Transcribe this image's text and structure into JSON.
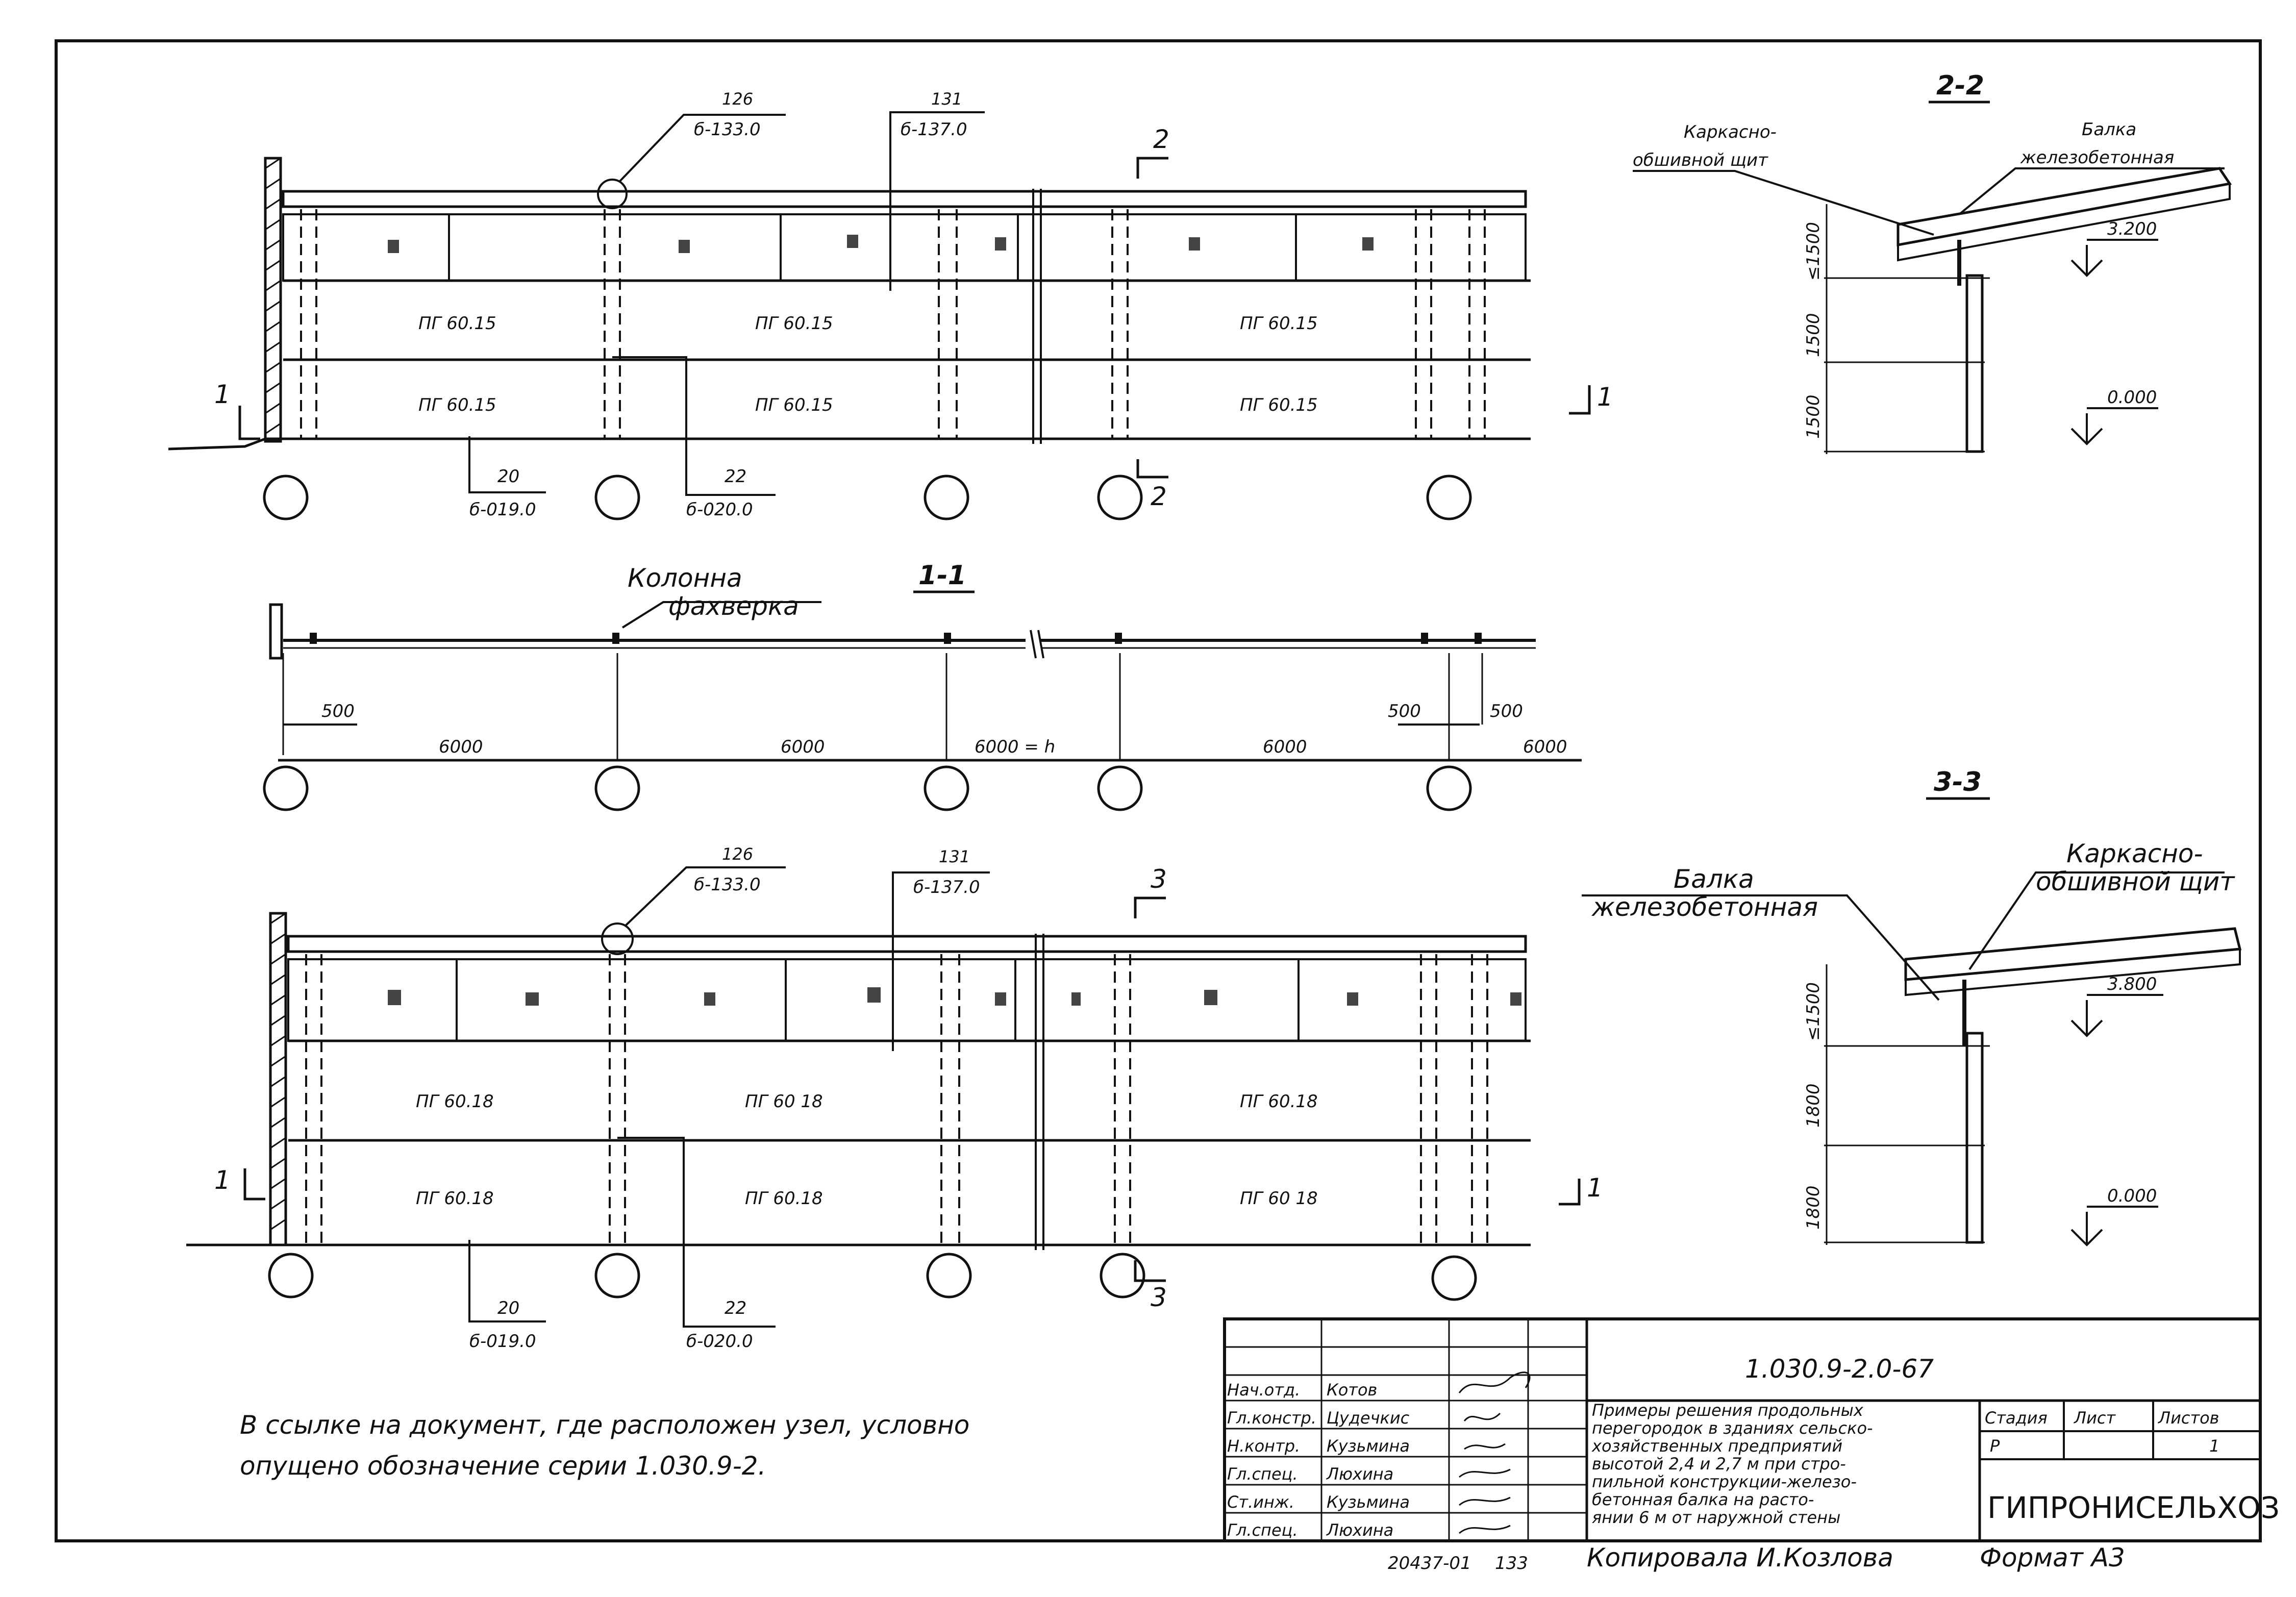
{
  "elevation_top": {
    "callout_left": {
      "num": "126",
      "ref": "б-133.0"
    },
    "callout_mid": {
      "num": "131",
      "ref": "б-137.0"
    },
    "callout_bl": {
      "num": "20",
      "ref": "б-019.0"
    },
    "callout_br": {
      "num": "22",
      "ref": "б-020.0"
    },
    "section_top_mark": "2",
    "section_bottom_mark": "2",
    "section_left_mark": "1",
    "section_right_mark": "1",
    "panels_upper": [
      "ПГ 60.15",
      "ПГ 60.15",
      "ПГ 60.15"
    ],
    "panels_lower": [
      "ПГ 60.15",
      "ПГ 60.15",
      "ПГ 60.15"
    ]
  },
  "plan_1_1": {
    "title": "1-1",
    "column_label_1": "Колонна",
    "column_label_2": "фахверка",
    "dim_small_left": "500",
    "dim_small_right_a": "500",
    "dim_small_right_b": "500",
    "dims": [
      "6000",
      "6000",
      "6000 = h",
      "6000",
      "6000"
    ]
  },
  "elevation_bottom": {
    "callout_left": {
      "num": "126",
      "ref": "б-133.0"
    },
    "callout_mid": {
      "num": "131",
      "ref": "б-137.0"
    },
    "callout_bl": {
      "num": "20",
      "ref": "б-019.0"
    },
    "callout_br": {
      "num": "22",
      "ref": "б-020.0"
    },
    "section_top_mark": "3",
    "section_bottom_mark": "3",
    "section_left_mark": "1",
    "section_right_mark": "1",
    "panels_upper": [
      "ПГ 60.18",
      "ПГ 60 18",
      "ПГ 60.18"
    ],
    "panels_lower": [
      "ПГ 60.18",
      "ПГ 60.18",
      "ПГ 60 18"
    ]
  },
  "section_2_2": {
    "title": "2-2",
    "label_left_1": "Каркасно-",
    "label_left_2": "обшивной щит",
    "label_right_1": "Балка",
    "label_right_2": "железобетонная",
    "dim_1": "≤1500",
    "dim_2": "1500",
    "dim_3": "1500",
    "level_top": "3.200",
    "level_bottom": "0.000"
  },
  "section_3_3": {
    "title": "3-3",
    "label_left_1": "Балка",
    "label_left_2": "железобетонная",
    "label_right_1": "Каркасно-",
    "label_right_2": "обшивной щит",
    "dim_1": "≤1500",
    "dim_2": "1800",
    "dim_3": "1800",
    "level_top": "3.800",
    "level_bottom": "0.000"
  },
  "note": {
    "line1": "В ссылке на документ, где расположен узел, условно",
    "line2": "опущено обозначение серии 1.030.9-2."
  },
  "title_block": {
    "doc_code": "1.030.9-2.0-67",
    "description": [
      "Примеры решения продольных",
      "перегородок в зданиях сельско-",
      "хозяйственных предприятий",
      "высотой 2,4 и 2,7 м при стро-",
      "пильной конструкции-железо-",
      "бетонная балка на расто-",
      "янии 6 м от наружной стены"
    ],
    "roles": [
      "Нач.отд.",
      "Гл.констр.",
      "Н.контр.",
      "Гл.спец.",
      "Ст.инж.",
      "Гл.спец."
    ],
    "names": [
      "Котов",
      "Цудечкис",
      "Кузьмина",
      "Люхина",
      "Кузьмина",
      "Люхина"
    ],
    "stage_header": "Стадия",
    "sheet_header": "Лист",
    "sheets_header": "Листов",
    "stage_value": "Р",
    "sheets_value": "1",
    "org": "ГИПРОНИСЕЛЬХОЗ"
  },
  "footer": {
    "inv": "20437-01",
    "page": "133",
    "copied": "Копировала И.Козлова",
    "format": "Формат А3"
  }
}
